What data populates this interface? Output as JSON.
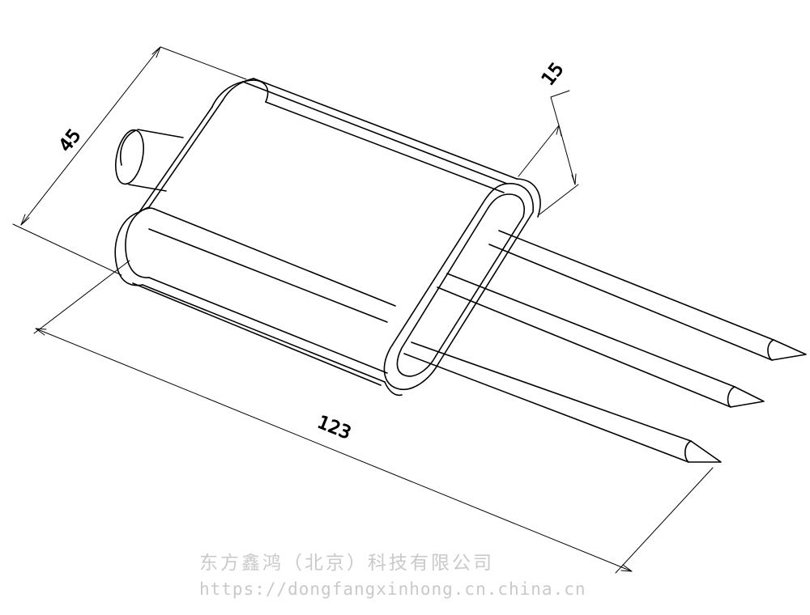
{
  "dimensions": {
    "width_label": "45",
    "depth_label": "15",
    "length_label": "123"
  },
  "parts": {
    "probe_count": 3
  },
  "watermark": {
    "company": "东方鑫鸿（北京）科技有限公司",
    "url": "https://dongfangxinhong.cn.china.cn"
  }
}
